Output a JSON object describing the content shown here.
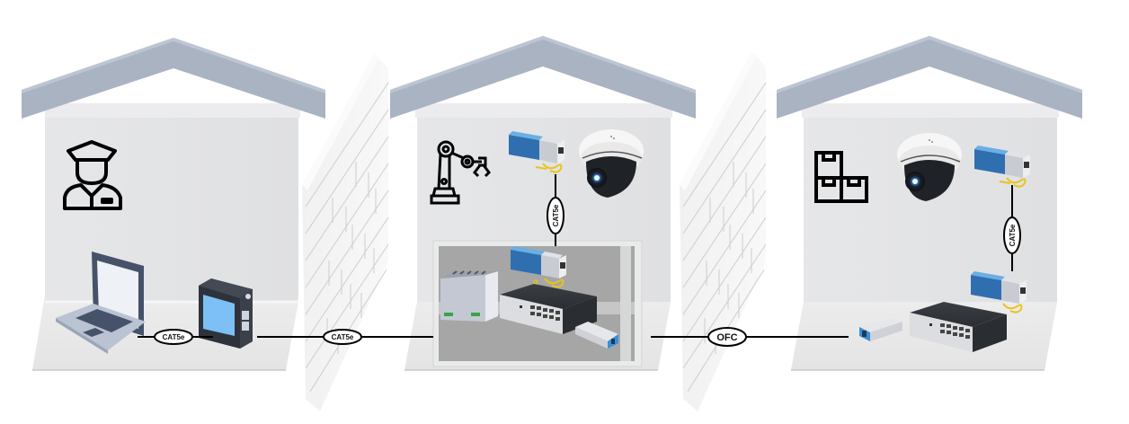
{
  "diagram": {
    "title": "",
    "colors": {
      "roof": "#a9b3c2",
      "roof_top": "#bcc5d1",
      "wall": "#e3e4e6",
      "wall_light": "#eeeeef",
      "floor": "#e8e8e9",
      "cabinet_inner": "#a6a6a6",
      "cabinet_frame": "#e9ebeb",
      "cable": "#000000",
      "brick": "#f4f4f4",
      "brick_line": "#cfcfcf",
      "device_blue": "#2f6fb0",
      "device_light_blue": "#6aaee6",
      "laptop_dark": "#46526a",
      "laptop_light": "#b9c3d2",
      "screen": "#7cc0f5",
      "yellow_cable": "#e8c41b"
    },
    "buildings": [
      {
        "id": "control-room",
        "role_icon": "security-guard-icon",
        "devices": [
          "laptop",
          "network-tester"
        ]
      },
      {
        "id": "production-area",
        "role_icon": "robot-arm-icon",
        "devices": [
          "ethernet-extender-remote",
          "dome-camera",
          "network-cabinet",
          "din-power-supply",
          "ethernet-extender-local",
          "network-switch",
          "sfp-module"
        ]
      },
      {
        "id": "warehouse",
        "role_icon": "boxes-icon",
        "devices": [
          "dome-camera",
          "ethernet-extender-remote",
          "ethernet-extender-local",
          "network-switch",
          "sfp-module"
        ]
      }
    ],
    "links": [
      {
        "id": "laptop-to-tester",
        "label": "CAT5e",
        "orientation": "horizontal"
      },
      {
        "id": "tester-to-cabinet",
        "label": "CAT5e",
        "orientation": "horizontal"
      },
      {
        "id": "extender-to-extender-production",
        "label": "CAT5e",
        "orientation": "vertical"
      },
      {
        "id": "cabinet-to-warehouse",
        "label": "OFC",
        "orientation": "horizontal"
      },
      {
        "id": "extender-to-extender-warehouse",
        "label": "CAT5e",
        "orientation": "vertical"
      }
    ]
  }
}
